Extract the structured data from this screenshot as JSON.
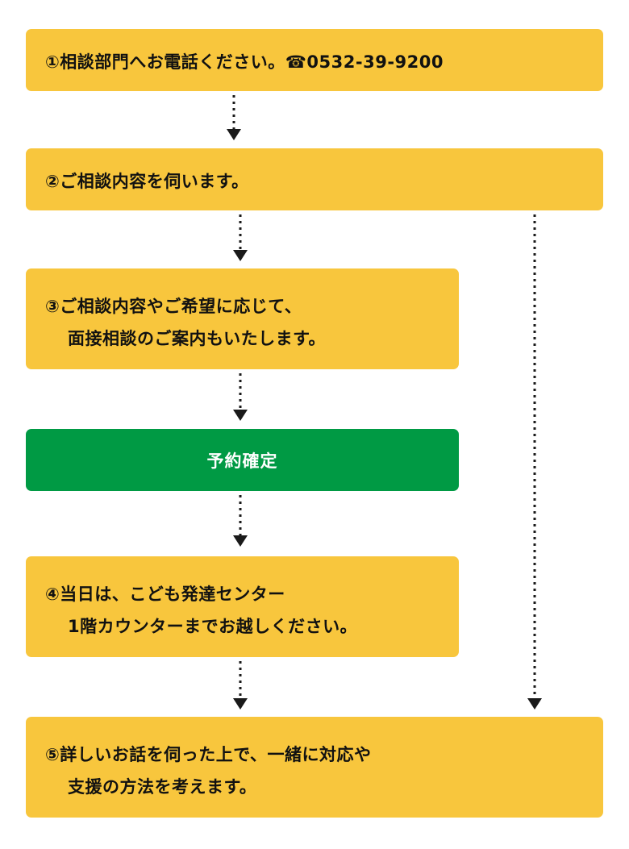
{
  "colors": {
    "box_yellow": "#F8C63D",
    "box_green": "#009A44",
    "arrow": "#1a1a1a"
  },
  "steps": {
    "step1": {
      "text": "①相談部門へお電話ください。☎0532-39-9200"
    },
    "step2": {
      "text": "②ご相談内容を伺います。"
    },
    "step3": {
      "line1": "③ご相談内容やご希望に応じて、",
      "line2": "面接相談のご案内もいたします。"
    },
    "confirm": {
      "text": "予約確定"
    },
    "step4": {
      "line1": "④当日は、こども発達センター",
      "line2": "1階カウンターまでお越しください。"
    },
    "step5": {
      "line1": "⑤詳しいお話を伺った上で、一緒に対応や",
      "line2": "支援の方法を考えます。"
    }
  }
}
